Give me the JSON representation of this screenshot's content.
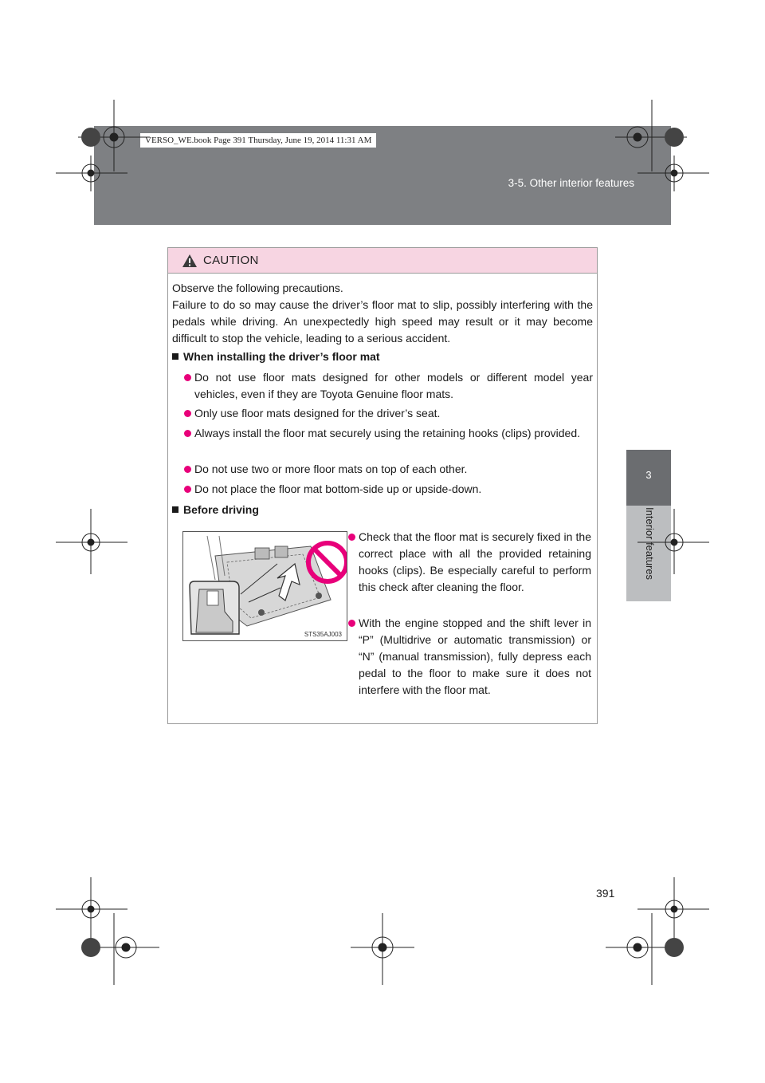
{
  "header": {
    "section_title": "3-5. Other interior features",
    "book_stamp": "VERSO_WE.book  Page 391  Thursday, June 19, 2014  11:31 AM"
  },
  "side_tab": {
    "chapter_number": "3",
    "chapter_label": "Interior features"
  },
  "page_number": "391",
  "caution": {
    "title": "CAUTION",
    "intro": [
      "Observe the following precautions.",
      "Failure to do so may cause the driver’s floor mat to slip, possibly interfering with the pedals while driving. An unexpectedly high speed may result or it may become difficult to stop the vehicle, leading to a serious accident."
    ],
    "section_installing": {
      "heading": "When installing the driver’s floor mat",
      "bullets": [
        "Do not use floor mats designed for other models or different model year vehicles, even if they are Toyota Genuine floor mats.",
        "Only use floor mats designed for the driver’s seat.",
        "Always install the floor mat securely using the retaining hooks (clips) provided.",
        "Do not use two or more floor mats on top of each other.",
        "Do not place the floor mat bottom-side up or upside-down."
      ]
    },
    "section_before": {
      "heading": "Before driving",
      "bullets": [
        "Check that the floor mat is securely fixed in the correct place with all the provided retaining hooks (clips). Be especially careful to perform this check after cleaning the floor.",
        "With the engine stopped and the shift lever in “P” (Multidrive or automatic transmission) or “N” (manual transmission), fully depress each pedal to the floor to make sure it does not interfere with the floor mat."
      ]
    },
    "figure_code": "STS35AJ003"
  },
  "colors": {
    "header_band": "#7e8083",
    "caution_header": "#f7d5e2",
    "bullet": "#e8007a"
  }
}
